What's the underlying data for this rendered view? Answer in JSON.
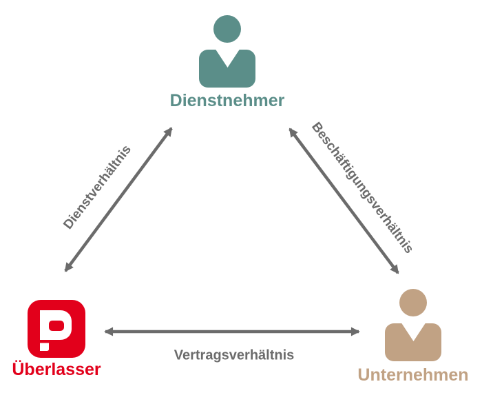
{
  "diagram": {
    "title": "",
    "type": "relationship-triangle"
  },
  "colors": {
    "teal": "#5b8e89",
    "tan": "#c1a284",
    "red": "#e2001b",
    "gray": "#6b6b6b",
    "background": "#ffffff"
  },
  "nodes": {
    "top": {
      "label": "Dienstnehmer",
      "icon": "person-icon",
      "color": "#5b8e89"
    },
    "left": {
      "label": "Überlasser",
      "icon": "p-logo-icon",
      "color": "#e2001b"
    },
    "right": {
      "label": "Unternehmen",
      "icon": "person-icon",
      "color": "#c1a284"
    }
  },
  "edges": {
    "left": {
      "label": "Dienstverhältnis",
      "between": [
        "Überlasser",
        "Dienstnehmer"
      ],
      "style": "double-arrow"
    },
    "right": {
      "label": "Beschäftigungsverhältnis",
      "between": [
        "Dienstnehmer",
        "Unternehmen"
      ],
      "style": "double-arrow"
    },
    "bottom": {
      "label": "Vertragsverhältnis",
      "between": [
        "Überlasser",
        "Unternehmen"
      ],
      "style": "double-arrow"
    }
  }
}
